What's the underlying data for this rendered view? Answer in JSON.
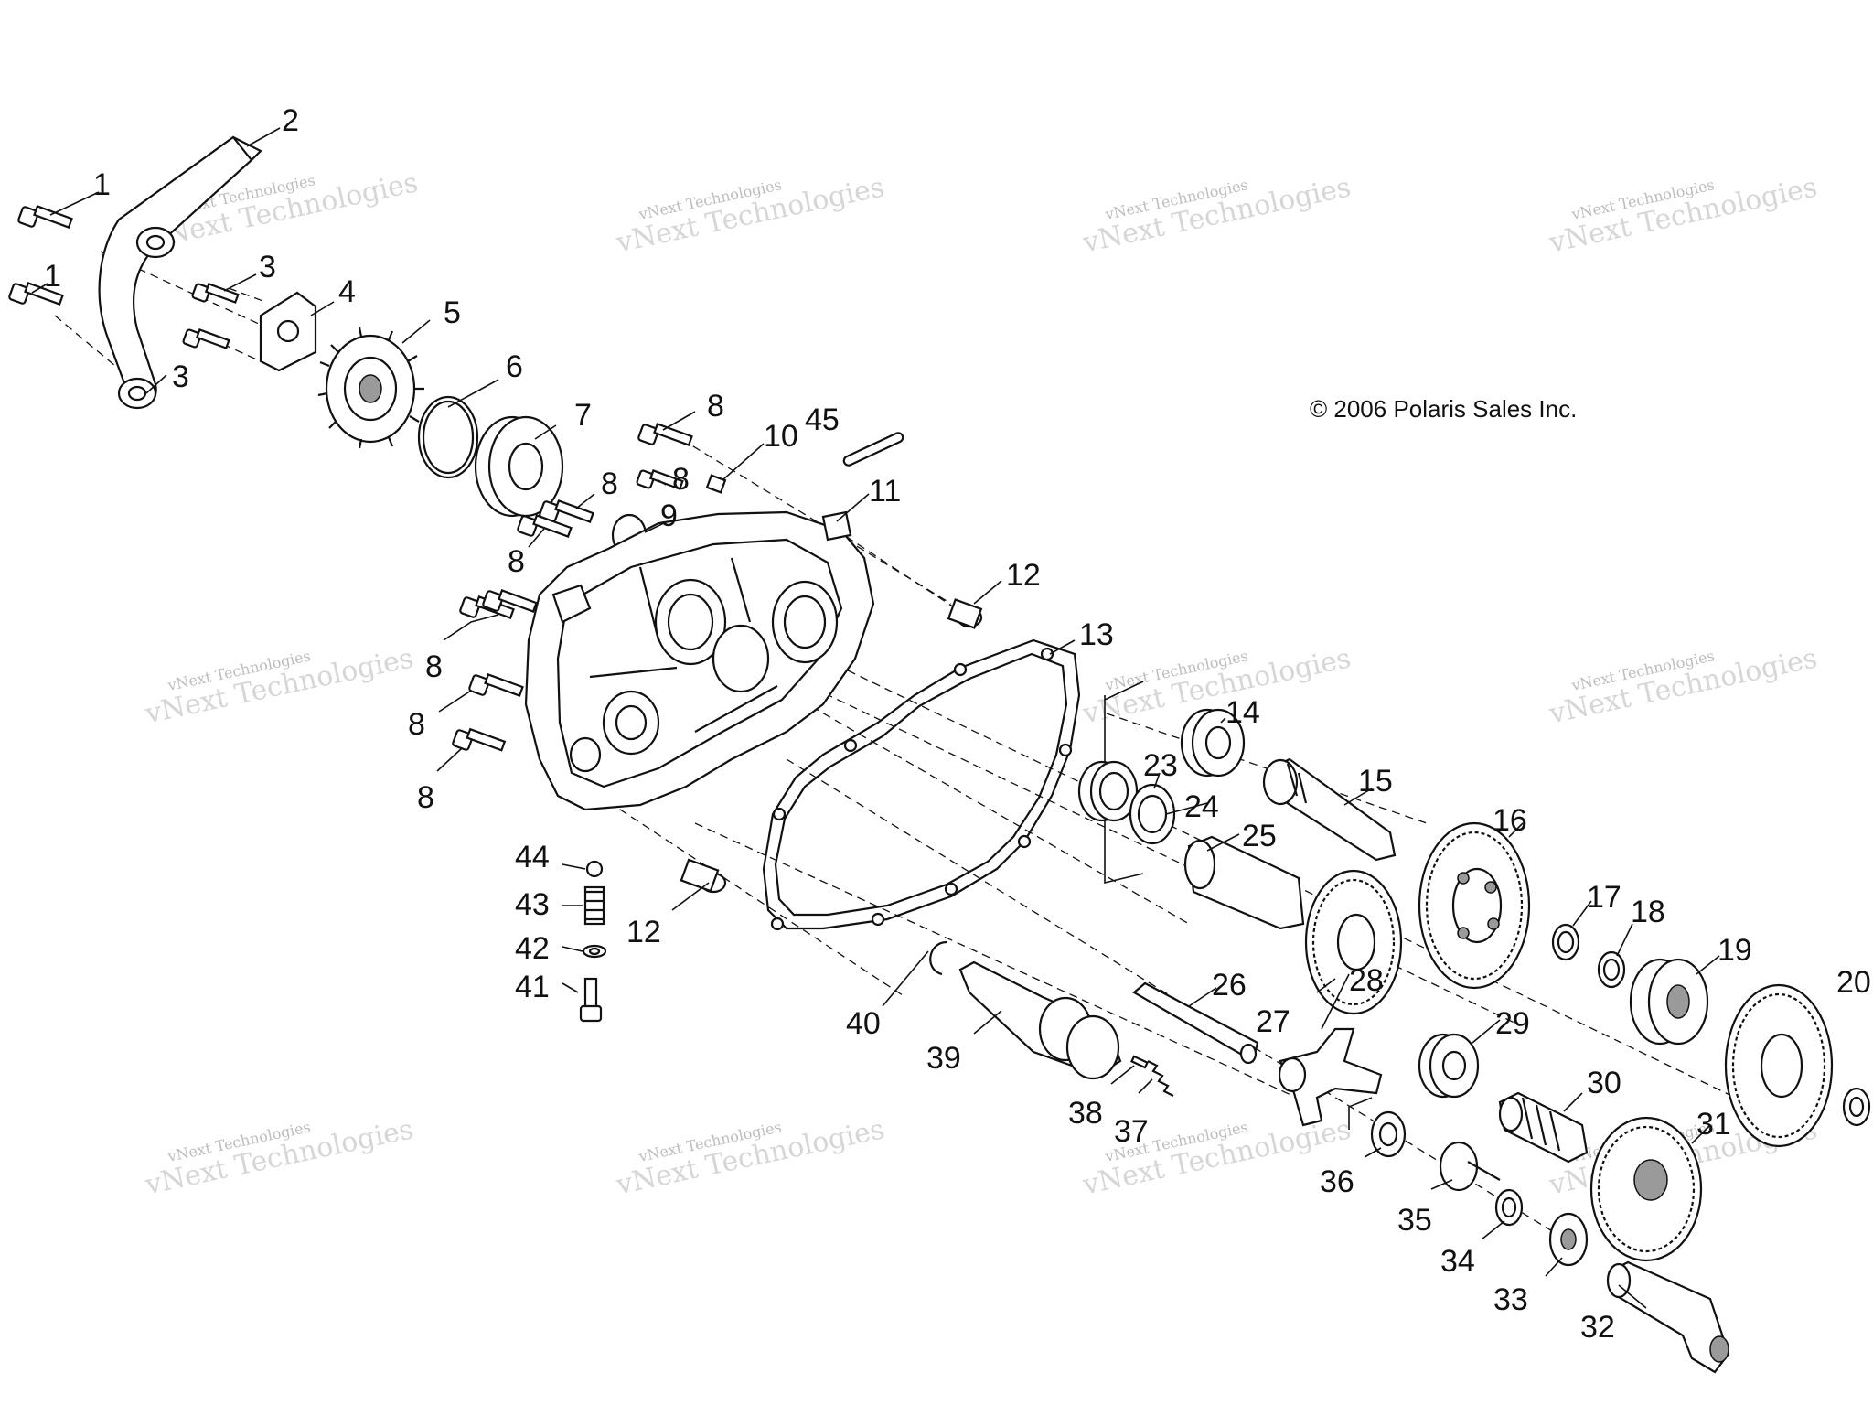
{
  "copyright": "© 2006 Polaris Sales Inc.",
  "watermark": {
    "line1": "vNext Technologies",
    "line2": "vNext Technologies"
  },
  "callouts": {
    "c1a": "1",
    "c1b": "1",
    "c2": "2",
    "c3a": "3",
    "c3b": "3",
    "c4": "4",
    "c5": "5",
    "c6": "6",
    "c7": "7",
    "c8a": "8",
    "c8b": "8",
    "c8c": "8",
    "c8d": "8",
    "c8e": "8",
    "c8f": "8",
    "c8g": "8",
    "c9": "9",
    "c10": "10",
    "c11": "11",
    "c12a": "12",
    "c12b": "12",
    "c13": "13",
    "c14": "14",
    "c15": "15",
    "c16": "16",
    "c17": "17",
    "c18": "18",
    "c19": "19",
    "c20": "20",
    "c23": "23",
    "c24": "24",
    "c25": "25",
    "c26": "26",
    "c27": "27",
    "c28": "28",
    "c29": "29",
    "c30": "30",
    "c31": "31",
    "c32": "32",
    "c33": "33",
    "c34": "34",
    "c35": "35",
    "c36": "36",
    "c37": "37",
    "c38": "38",
    "c39": "39",
    "c40": "40",
    "c41": "41",
    "c42": "42",
    "c43": "43",
    "c44": "44",
    "c45": "45"
  }
}
